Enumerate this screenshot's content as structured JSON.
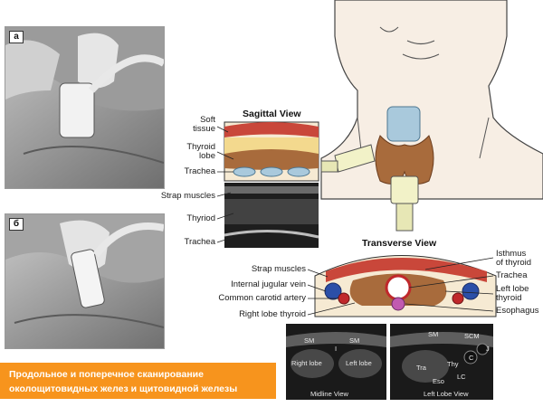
{
  "photos": {
    "a": {
      "tag": "а"
    },
    "b": {
      "tag": "б"
    }
  },
  "sagittal": {
    "title": "Sagittal View",
    "labels": {
      "soft_tissue": "Soft\ntissue",
      "thyroid_lobe": "Thyroid\nlobe",
      "trachea": "Trachea",
      "strap_muscles": "Strap muscles",
      "thyroid": "Thyriod",
      "trachea_us": "Trachea"
    }
  },
  "transverse": {
    "title": "Transverse View",
    "labels": {
      "isthmus": "Isthmus\nof thyroid",
      "trachea": "Trachea",
      "strap_muscles": "Strap muscles",
      "left_lobe": "Left lobe\nthyroid",
      "internal_jugular": "Internal jugular vein",
      "carotid": "Common carotid artery",
      "esophagus": "Esophagus",
      "right_lobe": "Right lobe thyroid"
    }
  },
  "us_midline": {
    "sm_left": "SM",
    "sm_right": "SM",
    "i": "I",
    "right_lobe": "Right lobe",
    "left_lobe": "Left lobe",
    "view": "Midline View"
  },
  "us_leftlobe": {
    "sm": "SM",
    "scm": "SCM",
    "j": "J",
    "c": "C",
    "tra": "Tra",
    "thy": "Thy",
    "eso": "Eso",
    "lc": "LC",
    "view": "Left Lobe View"
  },
  "caption": {
    "line1": "Продольное и поперечное сканирование",
    "line2": "околощитовидных желез и щитовидной железы"
  },
  "colors": {
    "caption_bg": "#f7941d",
    "thyroid": "#a86b3c",
    "soft_tissue": "#f3d98e",
    "muscle": "#c0392b",
    "vein": "#2b4fa8",
    "artery": "#c0282b",
    "trachea": "#a9c9dc"
  }
}
